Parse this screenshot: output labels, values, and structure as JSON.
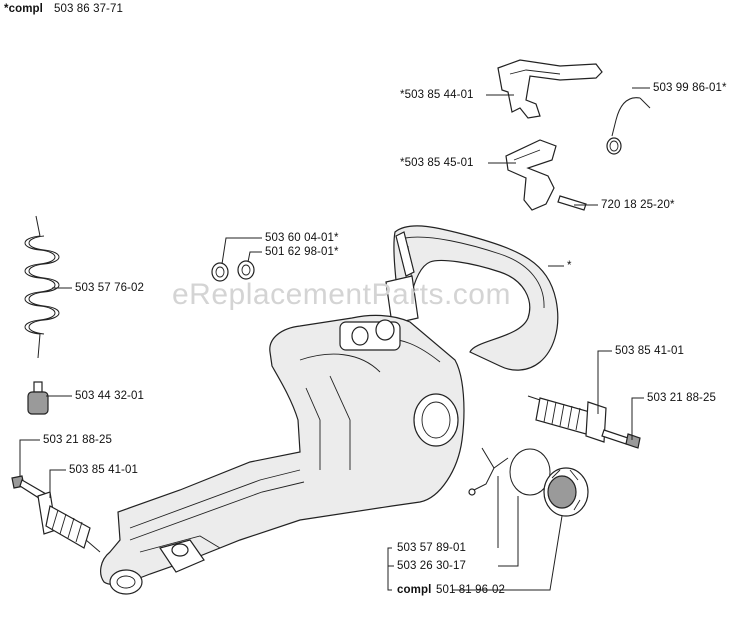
{
  "header": {
    "prefix": "*compl",
    "number": "503 86 37-71"
  },
  "watermark": "eReplacementParts.com",
  "labels": {
    "p_503854401": "*503 85 44-01",
    "p_503998601": "503 99 86-01*",
    "p_503854501": "*503 85 45-01",
    "p_720182520": "720 18 25-20*",
    "p_503600401": "503 60 04-01*",
    "p_501629801": "501 62 98-01*",
    "p_star": "*",
    "p_503577602": "503 57 76-02",
    "p_503443201": "503 44 32-01",
    "p_503854101_right": "503 85 41-01",
    "p_503218825_right": "503 21 88-25",
    "p_503218825_left": "503 21 88-25",
    "p_503854101_left": "503 85 41-01",
    "p_503578901": "503 57 89-01",
    "p_503263017": "503 26 30-17",
    "compl_prefix": "compl",
    "compl_number": "501 81 96-02"
  }
}
